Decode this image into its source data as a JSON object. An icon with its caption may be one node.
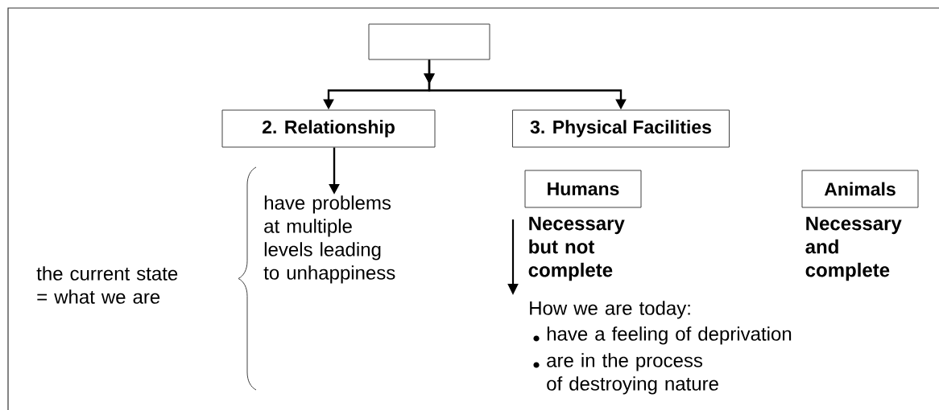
{
  "diagram": {
    "nodes": [
      {
        "text": [],
        "shape": "box"
      },
      {
        "text": [
          "2. Relationship"
        ]
      },
      {
        "text": [
          "3. Physical Facilities"
        ]
      },
      {
        "text": [
          "have problems at multiple levels leading to unhappiness"
        ]
      },
      {
        "text": [
          "Humans"
        ],
        "beside": [
          "Necessary but not complete"
        ]
      },
      {
        "text": [
          "Animals"
        ],
        "beside": [
          "Necessary and complete"
        ]
      }
    ],
    "edges": [
      {
        "from": 0,
        "to": 1,
        "arrow": "to"
      },
      {
        "from": 0,
        "to": 2,
        "arrow": "to"
      },
      {
        "from": 1,
        "to": 3,
        "arrow": "to"
      }
    ],
    "labels": [
      "the current state = what we are",
      "How we are today:",
      "have a feeling of deprivation",
      "are in the process of destroying nature"
    ]
  }
}
